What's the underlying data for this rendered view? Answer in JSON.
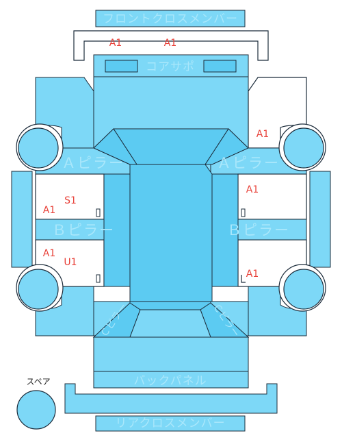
{
  "parts": {
    "front_cross_member": "フロントクロスメンバー",
    "core_support": "コアサポ",
    "a_pillar_left": "Ａピラー",
    "a_pillar_right": "Ａピラー",
    "b_pillar_left": "Ｂピラー",
    "b_pillar_right": "Ｂピラー",
    "back_panel": "バックパネル",
    "rear_cross_member": "リアクロスメンバー",
    "c_pillar_left": "Ｃピラー",
    "c_pillar_right": "Ｃピラー"
  },
  "spare": {
    "label": "スペア"
  },
  "damage_codes": {
    "front_cross_left": "A1",
    "front_cross_right": "A1",
    "right_front_fender": "A1",
    "left_front_door_upper": "S1",
    "left_front_door_lower": "A1",
    "right_front_door": "A1",
    "left_rear_door_upper": "A1",
    "left_rear_door_lower": "U1",
    "right_rear_door": "A1"
  },
  "colors": {
    "panel": "#7dd8f7",
    "panel_dark": "#5ccbf2",
    "outline": "#1b2b3a",
    "label": "#a9e7fb",
    "code": "#e8423a"
  }
}
